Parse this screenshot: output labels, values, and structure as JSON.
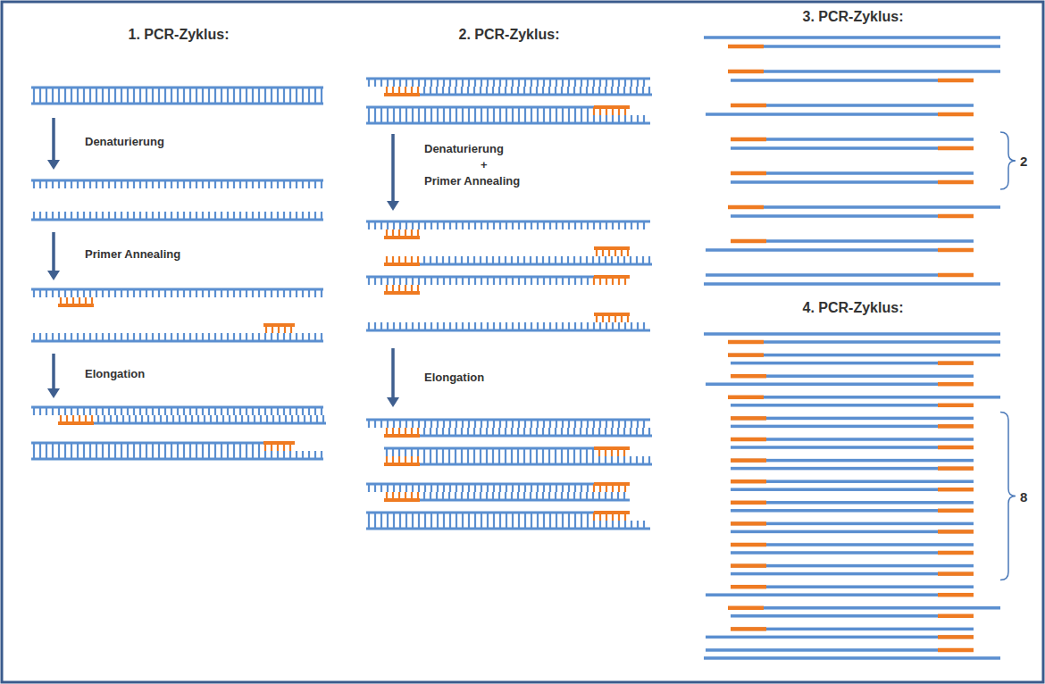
{
  "diagram": {
    "labels": [
      "1. PCR-Zyklus:",
      "Denaturierung",
      "Primer Annealing",
      "Elongation",
      "2. PCR-Zyklus:",
      "Denaturierung",
      "+",
      "Primer Annealing",
      "Elongation",
      "3. PCR-Zyklus:",
      "2",
      "4. PCR-Zyklus:",
      "8"
    ]
  }
}
